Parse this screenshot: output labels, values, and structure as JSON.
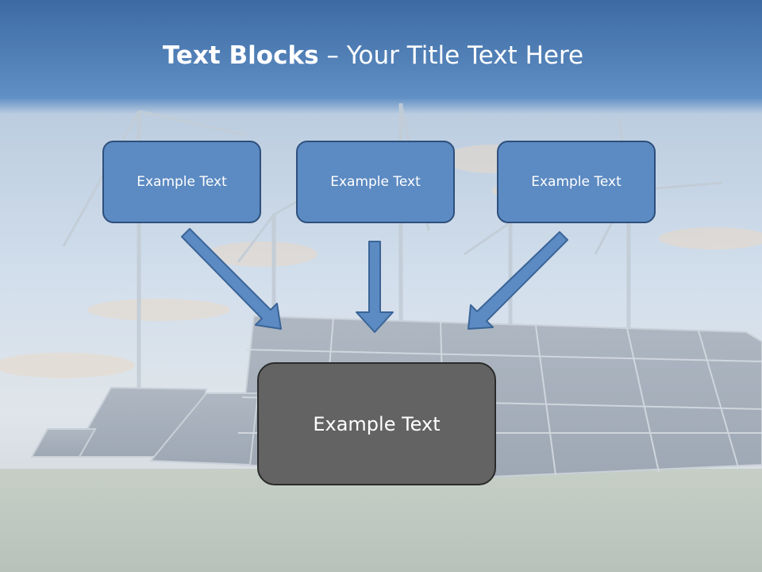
{
  "slide": {
    "title_bold": "Text Blocks",
    "title_dash": " – ",
    "title_rest": "Your Title Text Here",
    "boxes": [
      {
        "label": "Example Text"
      },
      {
        "label": "Example Text"
      },
      {
        "label": "Example Text"
      }
    ],
    "result_box": {
      "label": "Example Text"
    }
  },
  "colors": {
    "top_band": "#3f6ea8",
    "box_fill": "#5c8ac2",
    "box_border": "#2e4f7c",
    "result_fill": "#636363",
    "arrow_fill": "#5c8ac2"
  },
  "background": {
    "description_icon": "solar-panels-wind-turbines-photo"
  }
}
